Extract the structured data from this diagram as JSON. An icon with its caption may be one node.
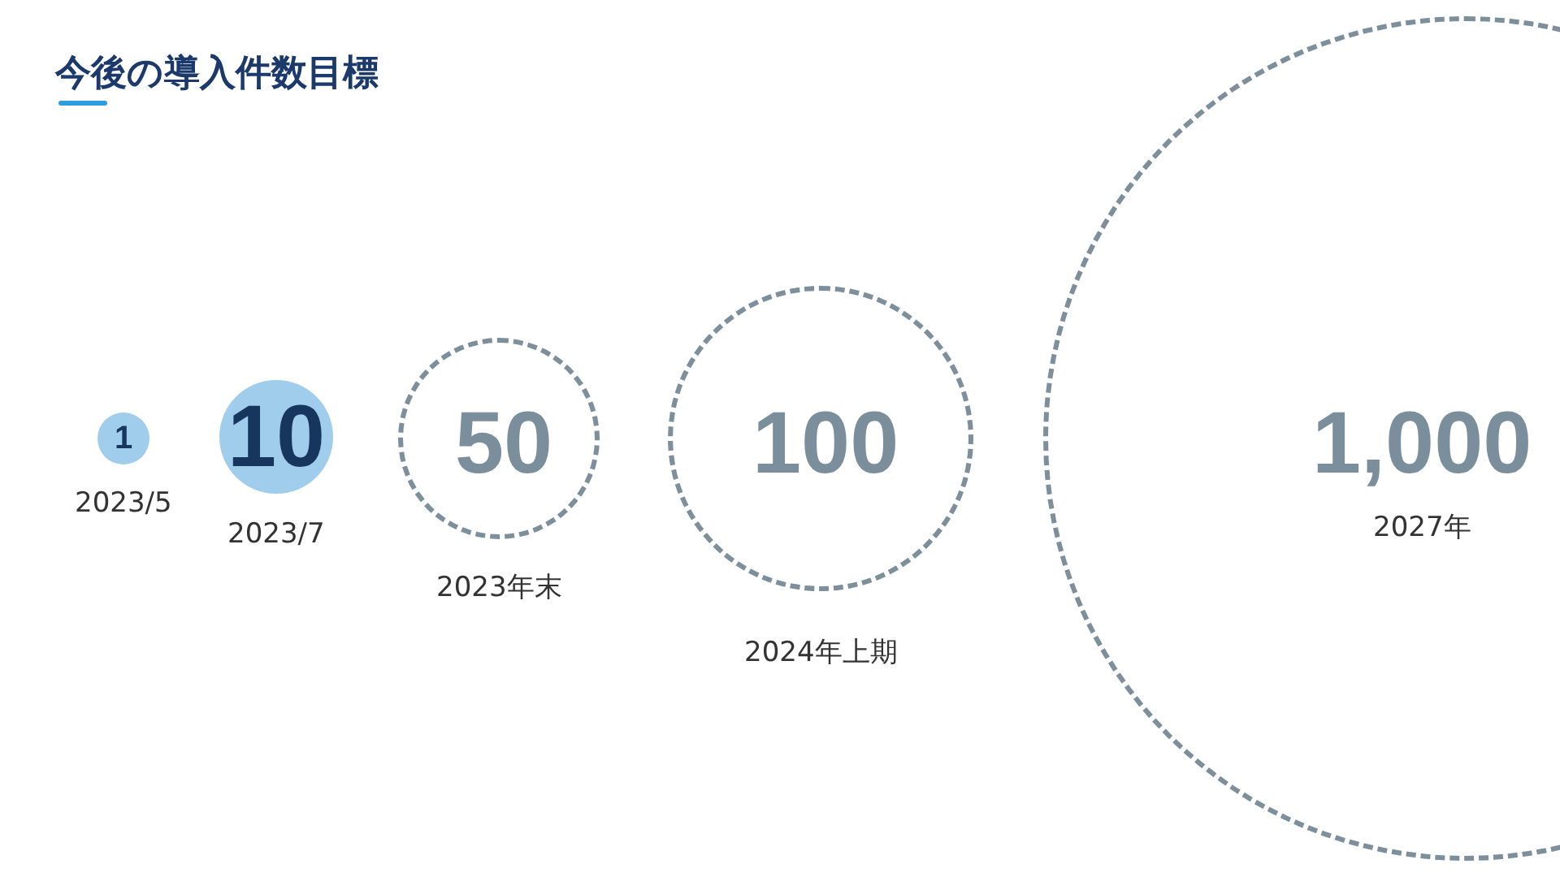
{
  "diagram": {
    "title": "今後の導入件数目標",
    "nodes": [
      {
        "text": [
          "1"
        ],
        "beside": [
          "2023/5"
        ]
      },
      {
        "text": [
          "10"
        ],
        "beside": [
          "2023/7"
        ]
      },
      {
        "text": [
          "50"
        ],
        "beside": [
          "2023年末"
        ]
      },
      {
        "text": [
          "100"
        ],
        "beside": [
          "2024年上期"
        ]
      },
      {
        "text": [
          "1,000",
          "2027年"
        ]
      }
    ]
  }
}
